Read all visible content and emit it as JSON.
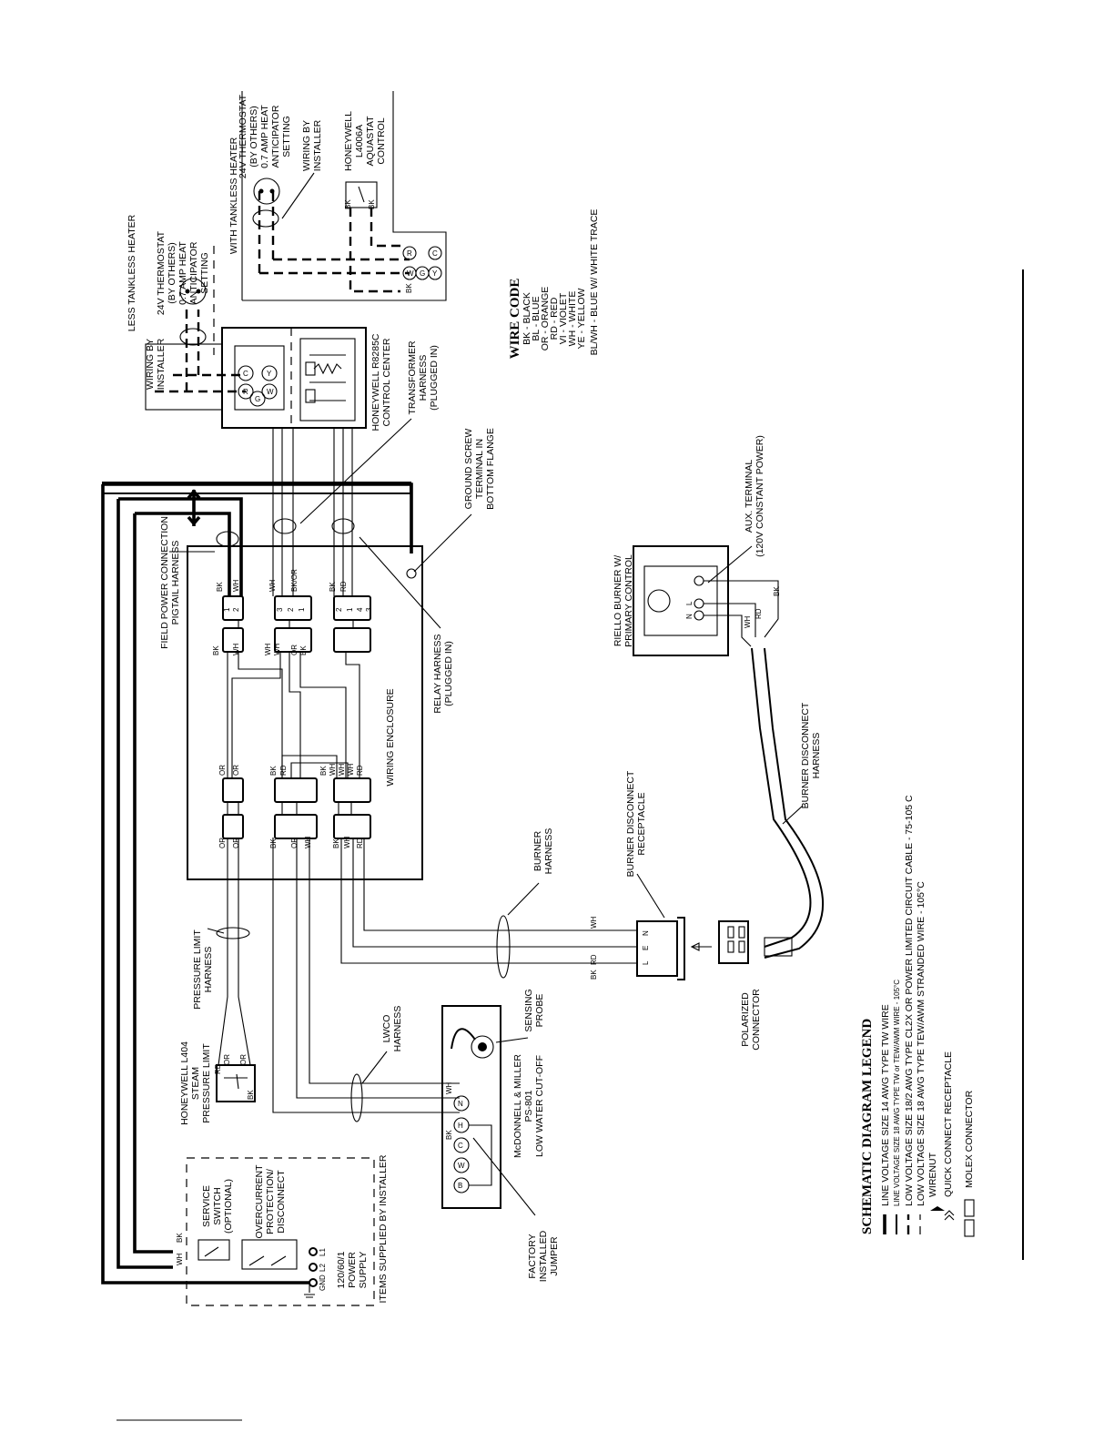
{
  "labels": {
    "field_power": [
      "FIELD POWER CONNECTION",
      "PIGTAIL HARNESS"
    ],
    "wiring_enclosure": "WIRING ENCLOSURE",
    "relay_harness": [
      "RELAY HARNESS",
      "(PLUGGED IN)"
    ],
    "ground_screw": [
      "GROUND SCREW",
      "TERMINAL IN",
      "BOTTOM FLANGE"
    ],
    "transformer_harness": [
      "TRANSFORMER",
      "HARNESS",
      "(PLUGGED IN)"
    ],
    "honeywell_r8285c": [
      "HONEYWELL R8285C",
      "CONTROL CENTER"
    ],
    "wiring_by_installer_1": [
      "WIRING BY",
      "INSTALLER"
    ],
    "less_tankless": "LESS TANKLESS HEATER",
    "thermostat_1": [
      "24V THERMOSTAT",
      "(BY OTHERS)",
      "0.7 AMP HEAT",
      "ANTICIPATOR",
      "SETTING"
    ],
    "with_tankless": "WITH TANKLESS HEATER",
    "thermostat_2": [
      "24V THERMOSTAT",
      "(BY OTHERS)",
      "0.7 AMP HEAT",
      "ANTICIPATOR",
      "SETTING"
    ],
    "wiring_by_installer_2": [
      "WIRING BY",
      "INSTALLER"
    ],
    "honeywell_l4006a": [
      "HONEYWELL",
      "L4006A",
      "AQUASTAT",
      "CONTROL"
    ],
    "wire_code_title": "WIRE CODE",
    "wire_code": [
      "BK - BLACK",
      "BL - BLUE",
      "OR - ORANGE",
      "RD - RED",
      "VI - VIOLET",
      "WH - WHITE",
      "YE - YELLOW",
      "BL/WH - BLUE W/ WHITE TRACE"
    ],
    "riello_burner": [
      "RIELLO BURNER W/",
      "PRIMARY CONTROL"
    ],
    "aux_terminal": [
      "AUX. TERMINAL",
      "(120V CONSTANT POWER)"
    ],
    "burner_disconnect_harness": [
      "BURNER DISCONNECT",
      "HARNESS"
    ],
    "burner_disconnect_receptacle": [
      "BURNER DISCONNECT",
      "RECEPTACLE"
    ],
    "burner_harness": [
      "BURNER",
      "HARNESS"
    ],
    "polarized_connector": [
      "POLARIZED",
      "CONNECTOR"
    ],
    "pressure_limit_harness": [
      "PRESSURE LIMIT",
      "HARNESS"
    ],
    "honeywell_l404": [
      "HONEYWELL L404",
      "STEAM",
      "PRESSURE LIMIT"
    ],
    "lwco_harness": [
      "LWCO",
      "HARNESS"
    ],
    "sensing_probe": [
      "SENSING",
      "PROBE"
    ],
    "mcdonnell": [
      "McDONNELL & MILLER",
      "PS-801",
      "LOW WATER CUT-OFF"
    ],
    "factory_jumper": [
      "FACTORY",
      "INSTALLED",
      "JUMPER"
    ],
    "service_switch": [
      "SERVICE",
      "SWITCH",
      "(OPTIONAL)"
    ],
    "overcurrent": [
      "OVERCURRENT",
      "PROTECTION/",
      "DISCONNECT"
    ],
    "power_supply": [
      "120/60/1",
      "POWER",
      "SUPPLY"
    ],
    "items_supplied": "ITEMS SUPPLIED BY INSTALLER",
    "gnd_terms": [
      "GND",
      "L2",
      "L1"
    ]
  },
  "legend": {
    "title": "SCHEMATIC DIAGRAM LEGEND",
    "items": [
      "LINE VOLTAGE SIZE 14 AWG TYPE TW WIRE",
      "LINE VOLTAGE SIZE 18 AWG TYPE TW or TEW/AWM WIRE - 105°C",
      "LOW VOLTAGE SIZE 18/2 AWG TYPE CL2X OR POWER LIMITED CIRCUIT CABLE - 75-105 C",
      "LOW VOLTAGE SIZE 18 AWG TYPE TEW/AWM STRANDED WIRE - 105°C",
      "WIRENUT",
      "QUICK CONNECT RECEPTACLE",
      "MOLEX CONNECTOR"
    ]
  },
  "pins": {
    "left_col": [
      "BK",
      "WH",
      "WH",
      "BK/OR",
      "BK",
      "RD"
    ],
    "left_nums": [
      "1",
      "2",
      "3",
      "2",
      "1",
      "2",
      "1",
      "4",
      "3"
    ],
    "lower": [
      "OR",
      "OR",
      "BK",
      "OR",
      "WH",
      "BK",
      "WH",
      "RD"
    ],
    "lower_nums": [
      "1",
      "2",
      "1",
      "2",
      "3",
      "4",
      "3",
      "2",
      "1"
    ],
    "upper_mid": [
      "BK",
      "WH",
      "WH",
      "WH",
      "OR",
      "BK"
    ],
    "upper_mid2": [
      "OR",
      "OR",
      "BK",
      "RD",
      "BK",
      "WH",
      "WH",
      "WH",
      "RD"
    ],
    "burner_plug": [
      "WH",
      "BK",
      "RD"
    ],
    "burner_term": [
      "N",
      "E",
      "L"
    ],
    "riello_wires": [
      "WH",
      "RD",
      "BK"
    ],
    "riello_term": [
      "N",
      "L"
    ],
    "r8285c": [
      "R",
      "C",
      "Y",
      "W",
      "G"
    ],
    "thermo_pins": [
      "W",
      "G",
      "R",
      "C",
      "Y",
      "BK",
      "BK",
      "BK"
    ],
    "lwco_pins": [
      "B",
      "W",
      "C",
      "H",
      "N",
      "BK",
      "WH"
    ],
    "l404_pins": [
      "RD",
      "OR",
      "BK",
      "OR"
    ],
    "fuse_pins": [
      "WH",
      "BK"
    ]
  }
}
